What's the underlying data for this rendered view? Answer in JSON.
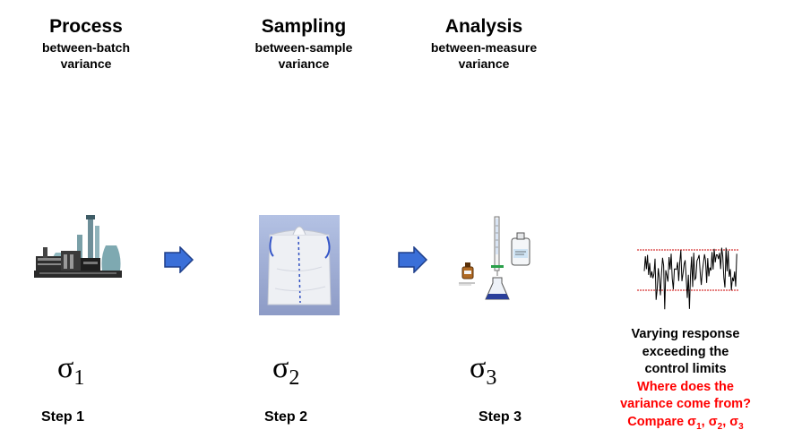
{
  "columns": [
    {
      "title": "Process",
      "sub1": "between-batch",
      "sub2": "variance",
      "sigma_base": "σ",
      "sigma_sub": "1",
      "step": "Step 1"
    },
    {
      "title": "Sampling",
      "sub1": "between-sample",
      "sub2": "variance",
      "sigma_base": "σ",
      "sigma_sub": "2",
      "step": "Step 2"
    },
    {
      "title": "Analysis",
      "sub1": "between-measure",
      "sub2": "variance",
      "sigma_base": "σ",
      "sigma_sub": "3",
      "step": "Step 3"
    }
  ],
  "note": {
    "line1": "Varying response",
    "line2": "exceeding the",
    "line3": "control limits",
    "question1": "Where does the",
    "question2": "variance come from?",
    "compare_prefix": "Compare ",
    "s1": "σ",
    "s1_sub": "1",
    "sep1": ", ",
    "s2": "σ",
    "s2_sub": "2",
    "sep2": ", ",
    "s3": "σ",
    "s3_sub": "3"
  },
  "colors": {
    "arrow_fill": "#3a6fd8",
    "arrow_stroke": "#1f3f8a",
    "control_limit": "#cc0000",
    "signal": "#000000",
    "highlight_text": "#ff0000"
  },
  "icons": {
    "process": "factory-icon",
    "sampling": "bulk-bag-photo",
    "analysis": "titration-icon",
    "response": "noisy-signal-chart"
  }
}
